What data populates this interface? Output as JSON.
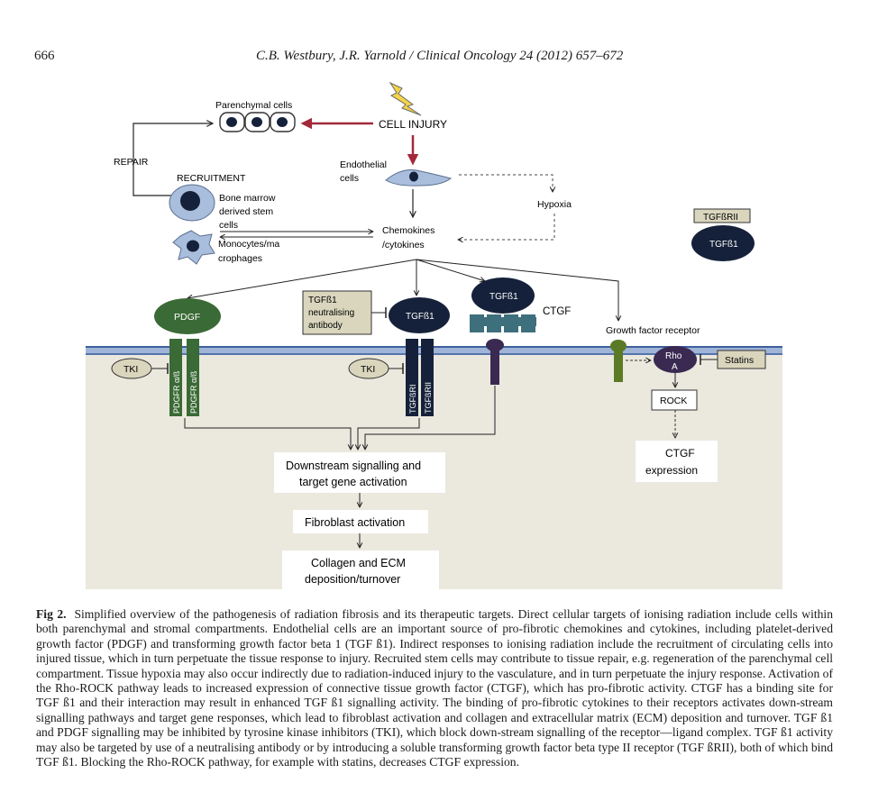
{
  "header": {
    "page_number": "666",
    "running_head": "C.B. Westbury, J.R. Yarnold / Clinical Oncology 24 (2012) 657–672"
  },
  "figure": {
    "parenchymal": "Parenchymal cells",
    "cell_injury": "CELL INJURY",
    "repair": "REPAIR",
    "recruitment": "RECRUITMENT",
    "endothelial_1": "Endothelial",
    "endothelial_2": "cells",
    "bone_1": "Bone marrow",
    "bone_2": "derived stem",
    "bone_3": "cells",
    "mono_1": "Monocytes/ma",
    "mono_2": "crophages",
    "chemo_1": "Chemokines",
    "chemo_2": "/cytokines",
    "hypoxia": "Hypoxia",
    "tgfbrii_box": "TGFßRII",
    "tgfb1_free": "TGFß1",
    "pdgf": "PDGF",
    "neut_1": "TGFß1",
    "neut_2": "neutralising",
    "neut_3": "antibody",
    "tgfb1_center": "TGFß1",
    "tgfb1_ctgf": "TGFß1",
    "ctgf": "CTGF",
    "gfr": "Growth factor receptor",
    "tki_1": "TKI",
    "tki_2": "TKI",
    "pdgfr_1": "PDGFR α/ß",
    "pdgfr_2": "PDGFR α/ß",
    "tgfbri": "TGFßRI",
    "tgfbrii": "TGFßRII",
    "rho_1": "Rho",
    "rho_2": "A",
    "statins": "Statins",
    "rock": "ROCK",
    "ctgf_expr_1": "CTGF",
    "ctgf_expr_2": "expression",
    "downstream_1": "Downstream signalling and",
    "downstream_2": "target gene activation",
    "fibroblast": "Fibroblast activation",
    "collagen_1": "Collagen and ECM",
    "collagen_2": "deposition/turnover"
  },
  "caption": {
    "label": "Fig 2.",
    "text": "Simplified overview of the pathogenesis of radiation fibrosis and its therapeutic targets. Direct cellular targets of ionising radiation include cells within both parenchymal and stromal compartments. Endothelial cells are an important source of pro-fibrotic chemokines and cytokines, including platelet-derived growth factor (PDGF) and transforming growth factor beta 1 (TGF ß1). Indirect responses to ionising radiation include the recruitment of circulating cells into injured tissue, which in turn perpetuate the tissue response to injury. Recruited stem cells may contribute to tissue repair, e.g. regeneration of the parenchymal cell compartment. Tissue hypoxia may also occur indirectly due to radiation-induced injury to the vasculature, and in turn perpetuate the injury response. Activation of the Rho-ROCK pathway leads to increased expression of connective tissue growth factor (CTGF), which has pro-fibrotic activity. CTGF has a binding site for TGF ß1 and their interaction may result in enhanced TGF ß1 signalling activity. The binding of pro-fibrotic cytokines to their receptors activates down-stream signalling pathways and target gene responses, which lead to fibroblast activation and collagen and extracellular matrix (ECM) deposition and turnover. TGF ß1 and PDGF signalling may be inhibited by tyrosine kinase inhibitors (TKI), which block down-stream signalling of the receptor—ligand complex. TGF ß1 activity may also be targeted by use of a neutralising antibody or by introducing a soluble transforming growth factor beta type II receptor (TGF ßRII), both of which bind TGF ß1. Blocking the Rho-ROCK pathway, for example with statins, decreases CTGF expression."
  },
  "colors": {
    "cytoplasm": "#ebe8de",
    "membrane": "#4a6aa8",
    "pdgf_green": "#3a6a35",
    "navy": "#15213a",
    "teal": "#3e6f7c",
    "cell_blue": "#a9bedc",
    "khaki": "#d9d6bd",
    "olive": "#5b7a25",
    "purple": "#3a2a52",
    "arrow_red": "#a3293a"
  }
}
